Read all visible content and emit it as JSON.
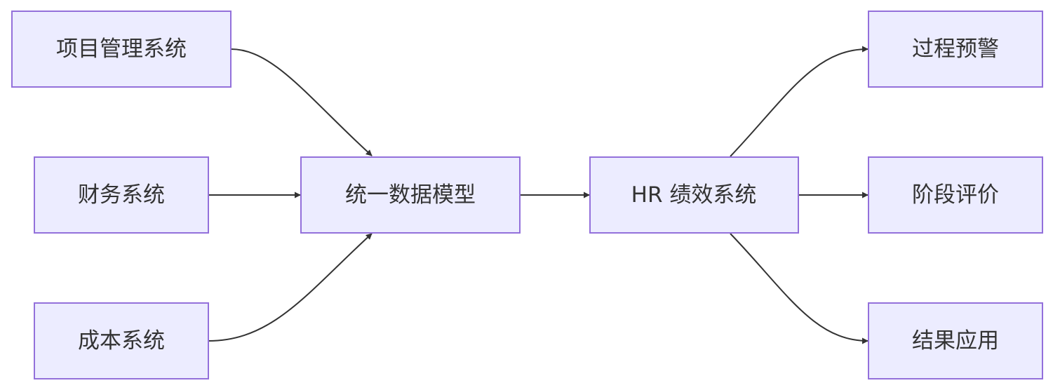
{
  "diagram": {
    "nodes": {
      "pm": "项目管理系统",
      "finance": "财务系统",
      "cost": "成本系统",
      "model": "统一数据模型",
      "hr": "HR 绩效系统",
      "warning": "过程预警",
      "evaluation": "阶段评价",
      "application": "结果应用"
    },
    "colors": {
      "node_fill": "#ececff",
      "node_stroke": "#9370db",
      "edge": "#333333",
      "text": "#333333"
    },
    "edges": [
      {
        "from": "pm",
        "to": "model"
      },
      {
        "from": "finance",
        "to": "model"
      },
      {
        "from": "cost",
        "to": "model"
      },
      {
        "from": "model",
        "to": "hr"
      },
      {
        "from": "hr",
        "to": "warning"
      },
      {
        "from": "hr",
        "to": "evaluation"
      },
      {
        "from": "hr",
        "to": "application"
      }
    ]
  }
}
